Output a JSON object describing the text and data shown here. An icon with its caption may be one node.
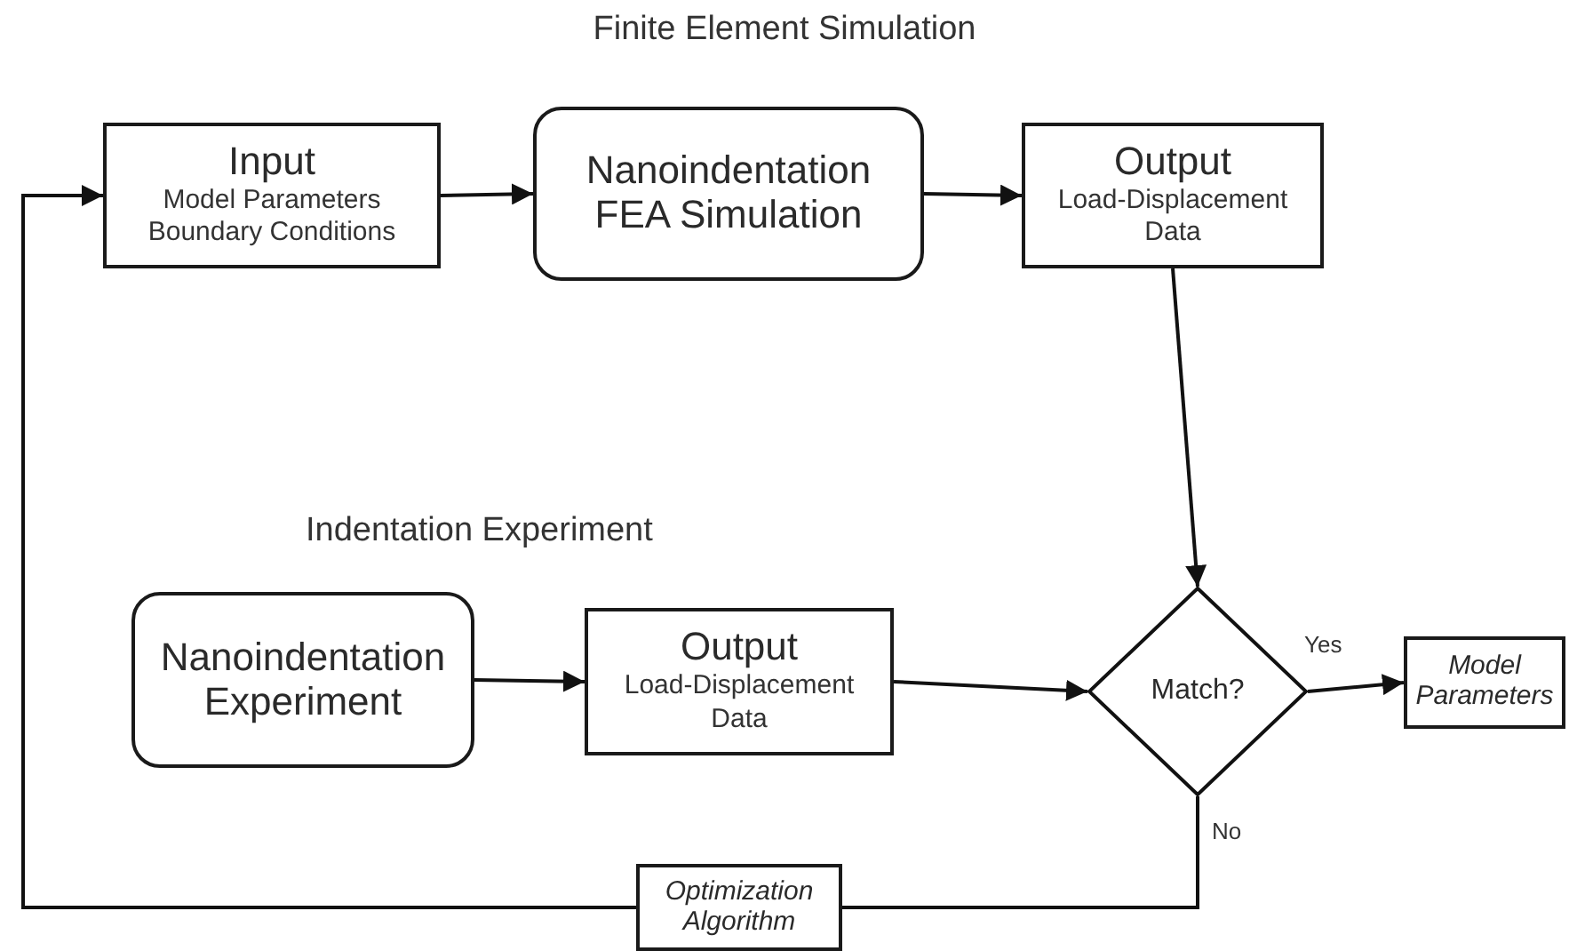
{
  "diagram": {
    "title": "Finite Element Simulation",
    "nodes": [
      {
        "text": [
          "Input",
          "Model Parameters Boundary Conditions"
        ]
      },
      {
        "text": [
          "Nanoindentation FEA Simulation"
        ]
      },
      {
        "text": [
          "Output",
          "Load-Displacement Data"
        ]
      },
      {
        "text": [
          "Nanoindentation Experiment"
        ]
      },
      {
        "text": [
          "Output",
          "Load-Displacement Data"
        ]
      },
      {
        "text": [
          "Match?"
        ]
      },
      {
        "text": [
          "Model Parameters"
        ]
      },
      {
        "text": [
          "Optimization Algorithm"
        ]
      }
    ],
    "edges": [
      {
        "from": 0,
        "to": 1,
        "arrow": "to"
      },
      {
        "from": 1,
        "to": 2,
        "arrow": "to"
      },
      {
        "from": 2,
        "to": 5,
        "arrow": "to"
      },
      {
        "from": 3,
        "to": 4,
        "arrow": "to"
      },
      {
        "from": 4,
        "to": 5,
        "arrow": "to"
      },
      {
        "from": 5,
        "to": 6,
        "arrow": "to",
        "label": "Yes"
      },
      {
        "from": 5,
        "to": 7,
        "arrow": "none",
        "label": "No"
      },
      {
        "from": 7,
        "to": 0,
        "arrow": "to"
      }
    ],
    "labels": [
      "Indentation Experiment"
    ]
  }
}
